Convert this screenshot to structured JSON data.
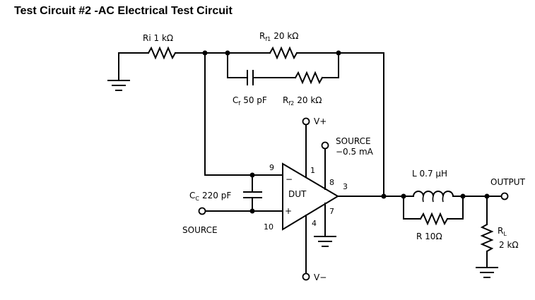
{
  "title": "Test Circuit #2 -AC Electrical Test Circuit",
  "components": {
    "ri": {
      "symbol": "Ri",
      "value": "1 kΩ"
    },
    "rf1": {
      "symbol": "R",
      "sub": "f1",
      "value": "20 kΩ"
    },
    "cf": {
      "symbol": "C",
      "sub": "f",
      "value": "50 pF"
    },
    "rf2": {
      "symbol": "R",
      "sub": "f2",
      "value": "20 kΩ"
    },
    "cc": {
      "symbol": "C",
      "sub": "C",
      "value": "220 pF"
    },
    "l": {
      "symbol": "L",
      "value": "0.7 μH"
    },
    "r": {
      "symbol": "R",
      "value": "10Ω"
    },
    "rl": {
      "symbol": "R",
      "sub": "L",
      "value": "2 kΩ"
    }
  },
  "opamp": {
    "label": "DUT",
    "minus": "−",
    "plus": "+",
    "pins": {
      "p1": "1",
      "p3": "3",
      "p4": "4",
      "p7": "7",
      "p8": "8",
      "p9": "9",
      "p10": "10"
    }
  },
  "supply": {
    "vplus": "V+",
    "vminus": "V−"
  },
  "source_current": {
    "line1": "SOURCE",
    "line2": "−0.5 mA"
  },
  "input_source": "SOURCE",
  "output": "OUTPUT"
}
